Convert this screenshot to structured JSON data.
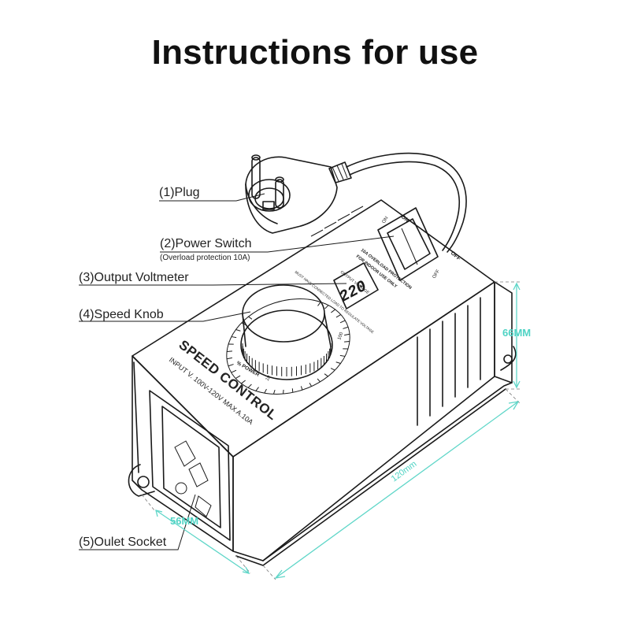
{
  "title": "Instructions for use",
  "labels": {
    "plug": "(1)Plug",
    "power_switch": "(2)Power Switch",
    "overload_note": "(Overload protection 10A)",
    "voltmeter": "(3)Output Voltmeter",
    "speed_knob": "(4)Speed Knob",
    "outlet": "(5)Oulet Socket"
  },
  "dimensions": {
    "height": "66MM",
    "length": "120mm",
    "width": "56MM"
  },
  "device": {
    "name": "SPEED CONTROL",
    "input_spec": "INPUT V. 100V-120V   MAX A.10A",
    "display_value": "220",
    "display_caption": "OUTPUT VOLTAGE",
    "warning_top": "MUST HAVE CONNECTED LOAD TO REGULATE VOLTAGE",
    "overload_text_1": "10A OVERLOAD PROTECTION",
    "overload_text_2": "FOR INDOOR USE ONLY",
    "switch_on": "ON",
    "switch_off": "OFF",
    "switch_on_mark": "ON",
    "switch_off_mark": "OFF",
    "power_scale_label": "% POWER",
    "scale_min": "10",
    "scale_max": "100"
  },
  "colors": {
    "dimension": "#4fd3c4",
    "line": "#1a1a1a"
  }
}
